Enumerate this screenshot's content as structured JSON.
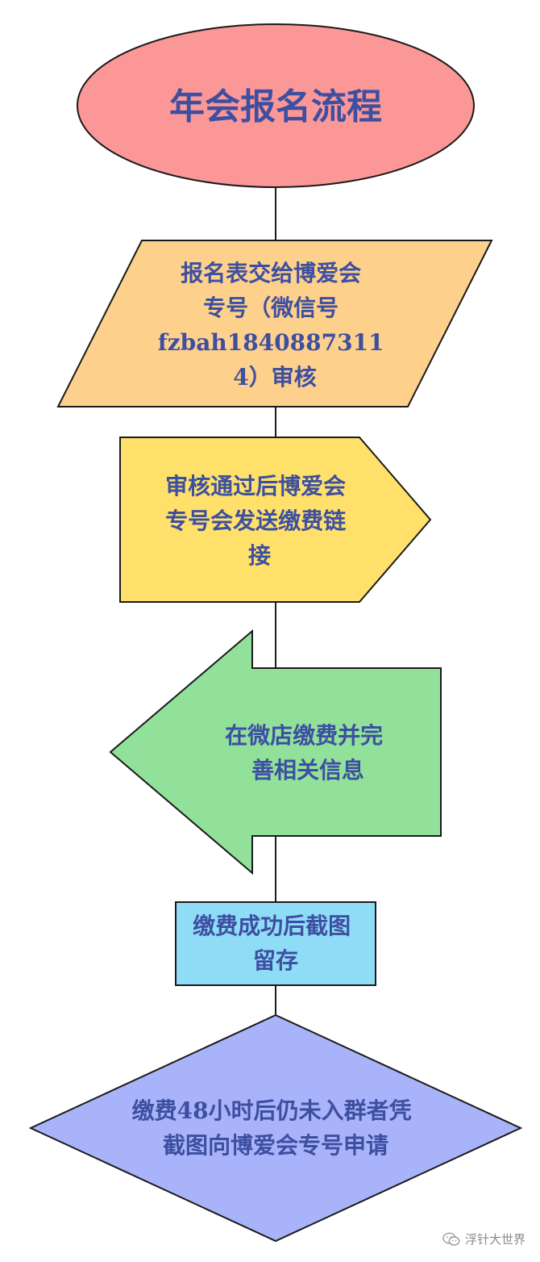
{
  "diagram": {
    "title": "年会报名流程",
    "steps": [
      {
        "lines": [
          "报名表交给博爱会",
          "专号（微信号",
          "fzbah1840887311",
          "4）审核"
        ]
      },
      {
        "lines": [
          "审核通过后博爱会",
          "专号会发送缴费链",
          "接"
        ]
      },
      {
        "lines": [
          "在微店缴费并完",
          "善相关信息"
        ]
      },
      {
        "lines": [
          "缴费成功后截图",
          "留存"
        ]
      },
      {
        "lines": [
          "缴费48小时后仍未入群者凭",
          "截图向博爱会专号申请"
        ]
      }
    ],
    "colors": {
      "title_fill": "#fc9797",
      "step1_fill": "#fdd08c",
      "step2_fill": "#fee06a",
      "step3_fill": "#91e19b",
      "step4_fill": "#8fdcf7",
      "step5_fill": "#a9b3fa",
      "text": "#3d4fa0"
    }
  },
  "watermark": {
    "icon": "wechat-icon",
    "text": "浮针大世界"
  }
}
